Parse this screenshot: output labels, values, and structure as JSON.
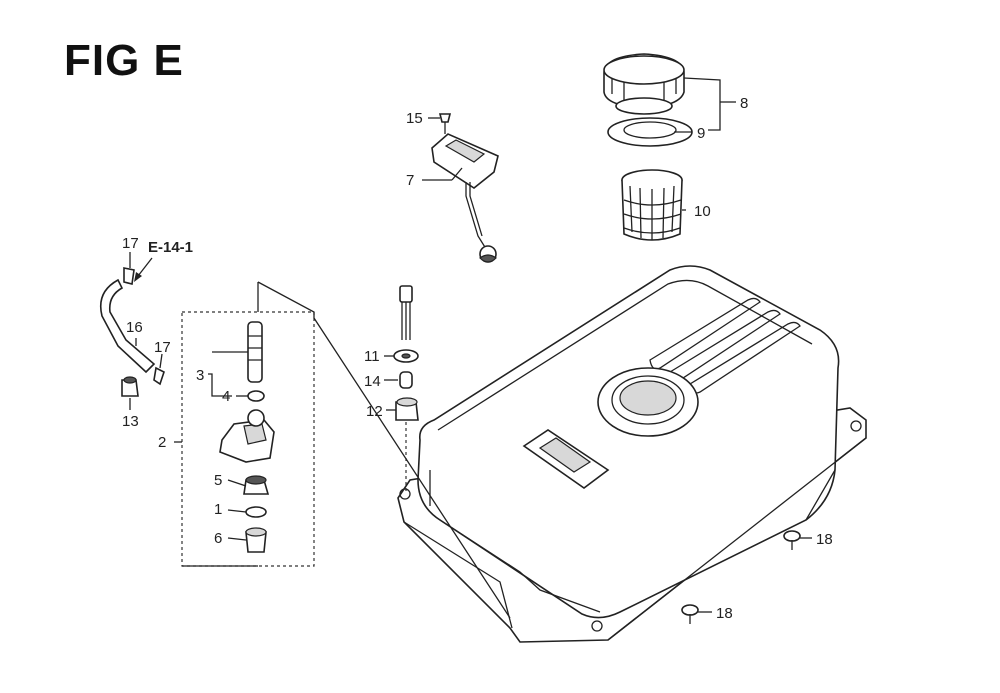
{
  "figure": {
    "title": "FIG E"
  },
  "reference": {
    "label": "E-14-1"
  },
  "callouts": {
    "c1": "1",
    "c2": "2",
    "c3": "3",
    "c4": "4",
    "c5": "5",
    "c6": "6",
    "c7": "7",
    "c8": "8",
    "c9": "9",
    "c10": "10",
    "c11": "11",
    "c12": "12",
    "c13": "13",
    "c14": "14",
    "c15": "15",
    "c16": "16",
    "c17a": "17",
    "c17b": "17",
    "c18a": "18",
    "c18b": "18"
  }
}
